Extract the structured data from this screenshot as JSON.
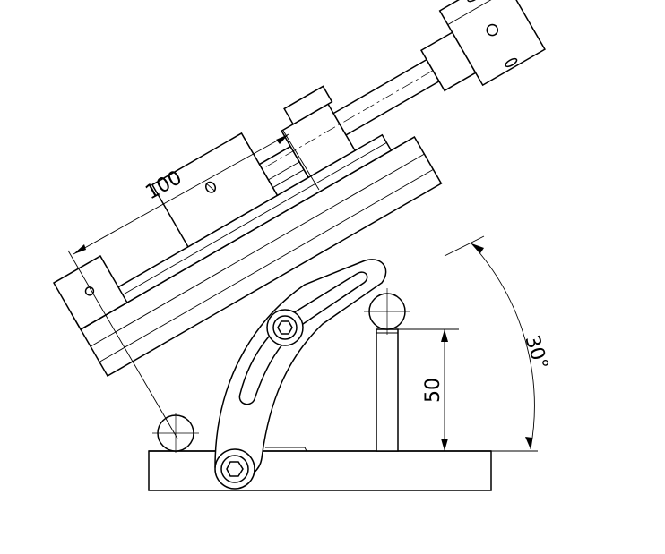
{
  "drawing": {
    "dimensions": {
      "length": "100",
      "height": "50",
      "angle": "30°"
    },
    "colors": {
      "line": "#000000",
      "background": "#ffffff"
    },
    "icons": [
      "hex-socket-bolt-icon",
      "hex-socket-bolt-icon"
    ]
  }
}
